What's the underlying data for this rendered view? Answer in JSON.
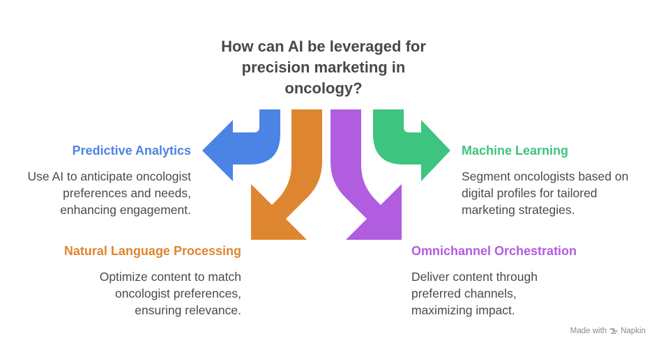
{
  "title": "How can AI be leveraged for precision marketing in oncology?",
  "colors": {
    "predictive": "#4C84E6",
    "nlp": "#DE8530",
    "omnichannel": "#B05DE0",
    "ml": "#3DC47E"
  },
  "items": {
    "predictive": {
      "heading": "Predictive Analytics",
      "description": "Use AI to anticipate oncologist preferences and needs, enhancing engagement."
    },
    "nlp": {
      "heading": "Natural Language Processing",
      "description": "Optimize content to match oncologist preferences, ensuring relevance."
    },
    "omnichannel": {
      "heading": "Omnichannel Orchestration",
      "description": "Deliver content through preferred channels, maximizing impact."
    },
    "ml": {
      "heading": "Machine Learning",
      "description": "Segment oncologists based on digital profiles for tailored marketing strategies."
    }
  },
  "footer": {
    "made_with": "Made with",
    "brand": "Napkin"
  }
}
